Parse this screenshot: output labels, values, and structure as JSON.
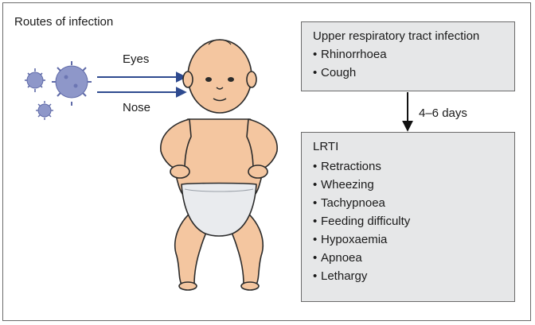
{
  "routes": {
    "title": "Routes of infection",
    "eyes_label": "Eyes",
    "nose_label": "Nose"
  },
  "urti": {
    "title": "Upper respiratory tract infection",
    "symptoms": [
      "Rhinorrhoea",
      "Cough"
    ]
  },
  "progression": {
    "time_label": "4–6 days"
  },
  "lrti": {
    "title": "LRTI",
    "symptoms": [
      "Retractions",
      "Wheezing",
      "Tachypnoea",
      "Feeding difficulty",
      "Hypoxaemia",
      "Apnoea",
      "Lethargy"
    ]
  },
  "colors": {
    "virus": "#8e97c9",
    "virus_dark": "#5f6aa8",
    "arrow": "#2e4a8f",
    "skin": "#f4c6a0",
    "diaper": "#e9ebee",
    "box_fill": "#e6e7e8"
  },
  "icons": [
    "virus-icon",
    "baby-illustration",
    "arrow-icon"
  ]
}
